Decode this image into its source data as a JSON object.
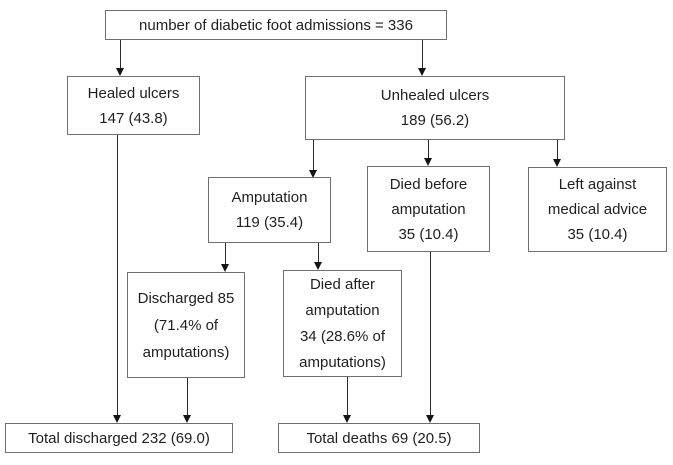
{
  "diagram": {
    "background_color": "#ffffff",
    "box_border_color": "#6f6f6f",
    "arrow_color": "#141414",
    "text_color": "#1f1f1f",
    "nodes": {
      "admissions": {
        "lines": [
          "number of diabetic foot admissions = 336"
        ]
      },
      "healed": {
        "lines": [
          "Healed ulcers",
          "147 (43.8)"
        ]
      },
      "unhealed": {
        "lines": [
          "Unhealed ulcers",
          "189 (56.2)"
        ]
      },
      "amputation": {
        "lines": [
          "Amputation",
          "119 (35.4)"
        ]
      },
      "died_before": {
        "lines": [
          "Died before",
          "amputation",
          "35 (10.4)"
        ]
      },
      "left_against": {
        "lines": [
          "Left against",
          "medical advice",
          "35 (10.4)"
        ]
      },
      "discharged": {
        "lines": [
          "Discharged 85",
          "(71.4% of",
          "amputations)"
        ]
      },
      "died_after": {
        "lines": [
          "Died after",
          "amputation",
          "34 (28.6% of",
          "amputations)"
        ]
      },
      "total_discharged": {
        "lines": [
          "Total discharged 232 (69.0)"
        ]
      },
      "total_deaths": {
        "lines": [
          "Total deaths 69 (20.5)"
        ]
      }
    },
    "edges": [
      {
        "from": "admissions",
        "to": "healed"
      },
      {
        "from": "admissions",
        "to": "unhealed"
      },
      {
        "from": "healed",
        "to": "total_discharged"
      },
      {
        "from": "unhealed",
        "to": "amputation"
      },
      {
        "from": "unhealed",
        "to": "died_before"
      },
      {
        "from": "unhealed",
        "to": "left_against"
      },
      {
        "from": "amputation",
        "to": "discharged"
      },
      {
        "from": "amputation",
        "to": "died_after"
      },
      {
        "from": "discharged",
        "to": "total_discharged"
      },
      {
        "from": "died_after",
        "to": "total_deaths"
      },
      {
        "from": "died_before",
        "to": "total_deaths"
      }
    ]
  }
}
